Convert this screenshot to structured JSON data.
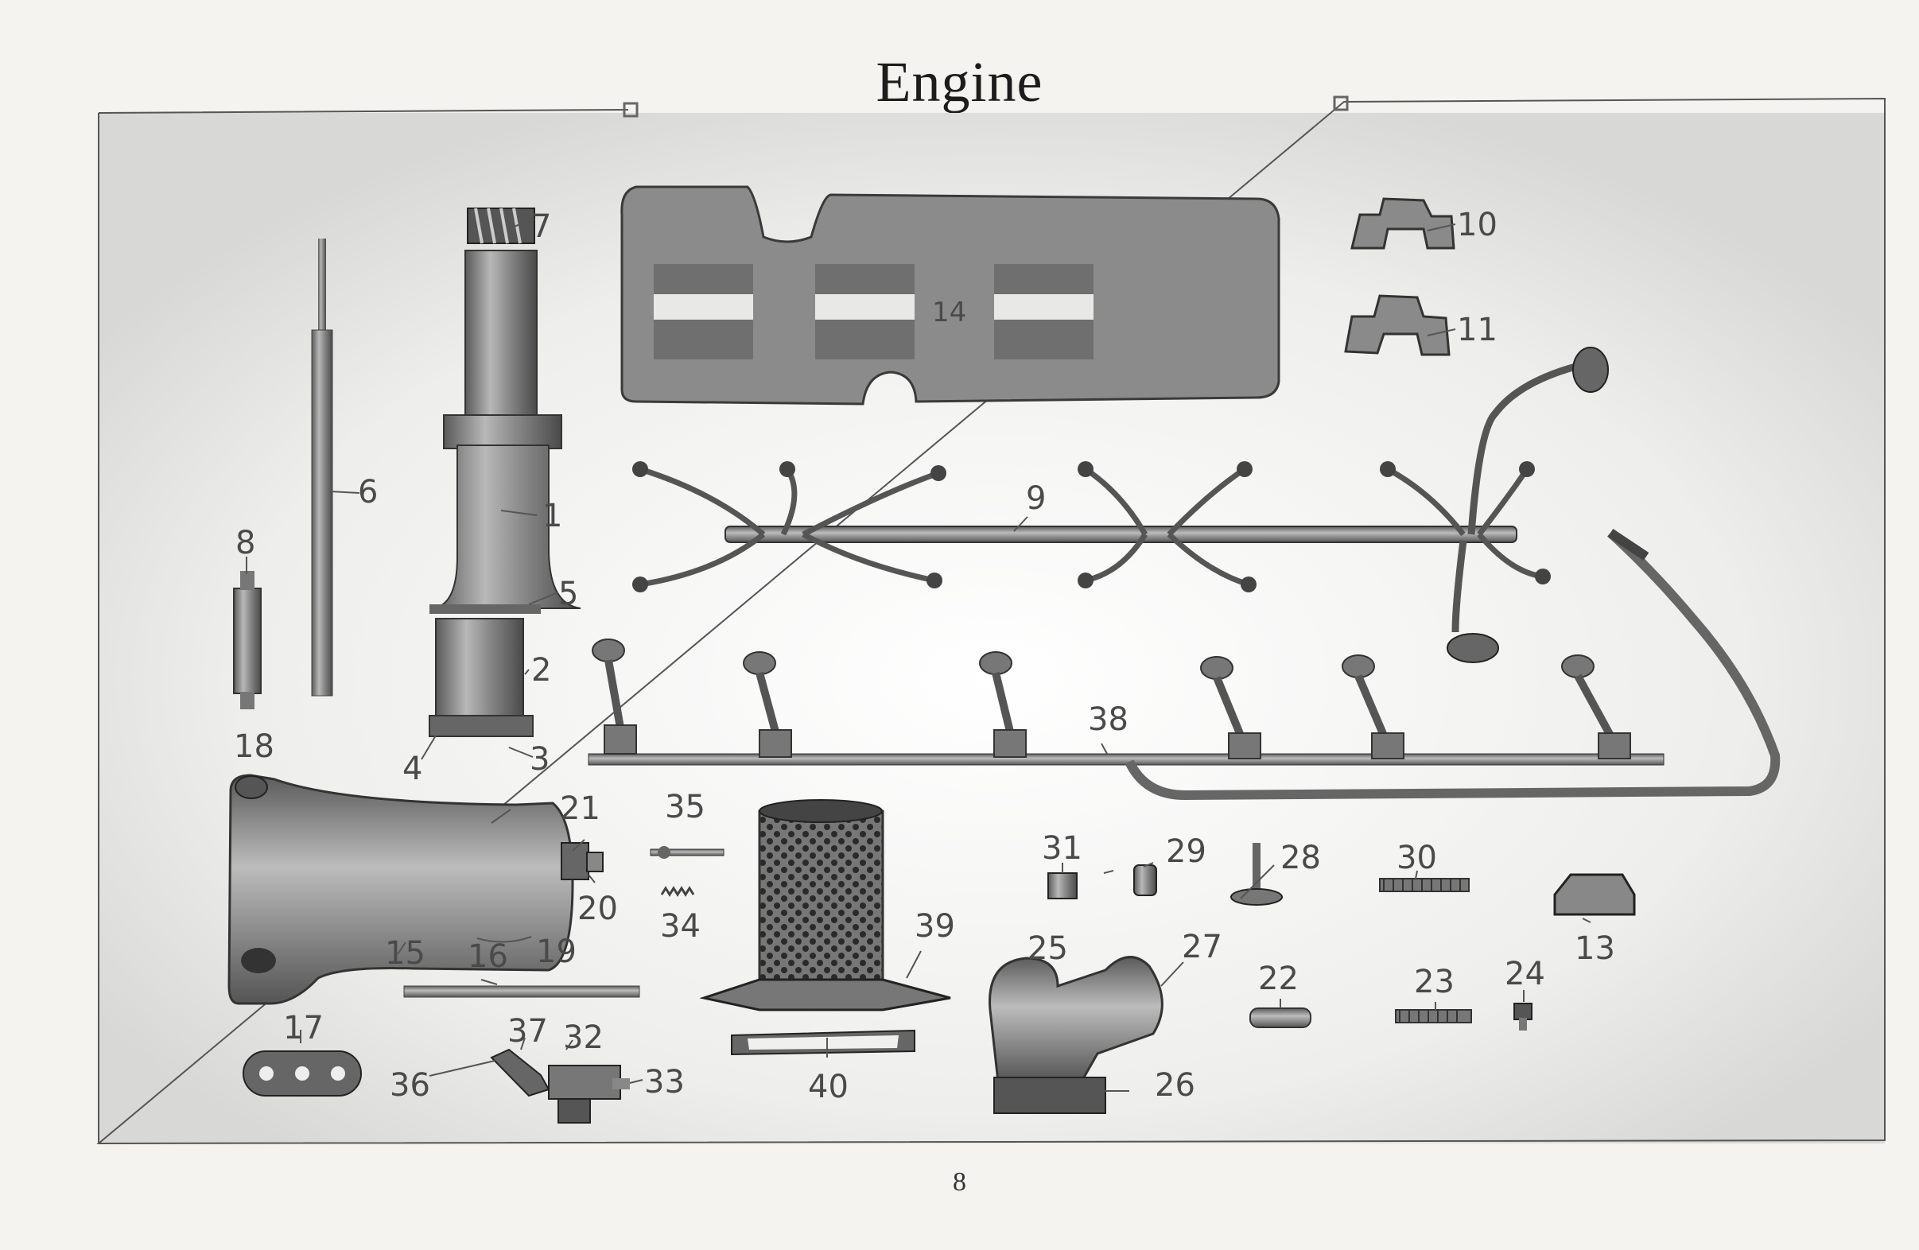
{
  "page": {
    "title": "Engine",
    "number": "8"
  },
  "callouts": {
    "c1": "1",
    "c2": "2",
    "c3": "3",
    "c4": "4",
    "c5": "5",
    "c6": "6",
    "c7": "7",
    "c8": "8",
    "c9": "9",
    "c10": "10",
    "c11": "11",
    "c13": "13",
    "c14": "14",
    "c15": "15",
    "c16": "16",
    "c17": "17",
    "c18": "18",
    "c19": "19",
    "c20": "20",
    "c21": "21",
    "c22": "22",
    "c23": "23",
    "c24": "24",
    "c25": "25",
    "c26": "26",
    "c27": "27",
    "c28": "28",
    "c29": "29",
    "c30": "30",
    "c31": "31",
    "c32": "32",
    "c33": "33",
    "c34": "34",
    "c35": "35",
    "c36": "36",
    "c37": "37",
    "c38": "38",
    "c39": "39",
    "c40": "40"
  }
}
